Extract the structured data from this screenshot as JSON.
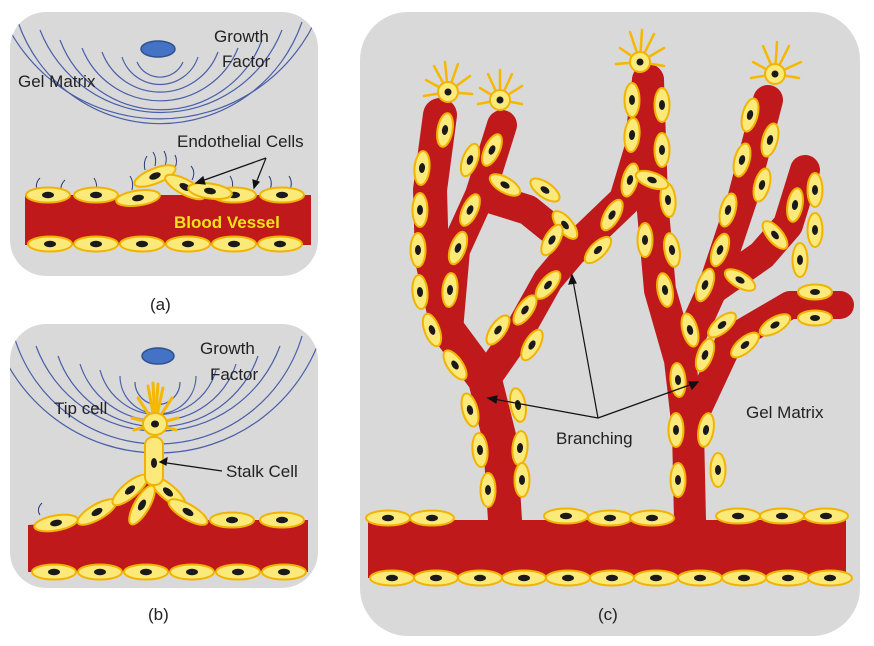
{
  "panel_a": {
    "caption": "(a)",
    "label_gel": "Gel Matrix",
    "label_growth_1": "Growth",
    "label_growth_2": "Factor",
    "label_endothelial": "Endothelial Cells",
    "label_vessel": "Blood Vessel"
  },
  "panel_b": {
    "caption": "(b)",
    "label_growth_1": "Growth",
    "label_growth_2": "Factor",
    "label_tip": "Tip cell",
    "label_stalk": "Stalk Cell"
  },
  "panel_c": {
    "caption": "(c)",
    "label_branching": "Branching",
    "label_gel": "Gel Matrix"
  },
  "colors": {
    "panel_bg": "#d9d9d9",
    "vessel": "#c0191c",
    "cell_fill": "#fbe97a",
    "cell_edge": "#f0b400",
    "nucleus": "#1a1a1a",
    "growth_factor": "#4472c4",
    "wave": "#4a5fa8"
  }
}
